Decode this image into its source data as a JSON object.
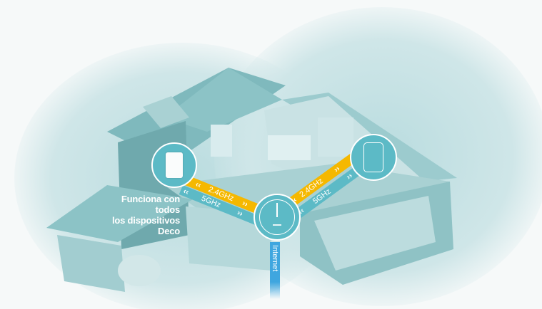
{
  "diagram": {
    "title_label": [
      "Funciona con",
      "todos",
      "los dispositivos",
      "Deco"
    ],
    "bands": {
      "left_24": "2.4GHz",
      "left_5": "5GHz",
      "right_24": "2.4GHz",
      "right_5": "5GHz",
      "chevron_left": "‹‹",
      "chevron_right": "››"
    },
    "uplink_label": "Internet",
    "nodes": [
      {
        "name": "deco-wall-plug-unit",
        "position": "left"
      },
      {
        "name": "deco-main-router",
        "position": "center"
      },
      {
        "name": "deco-tower-unit",
        "position": "right"
      }
    ],
    "colors": {
      "band_24": "#f5b800",
      "band_5": "#5cbac6",
      "node_fill": "#5cbac6",
      "internet_line": "#3fa6df",
      "house": "#7fb9bd",
      "background": "#f6f9f9"
    }
  }
}
